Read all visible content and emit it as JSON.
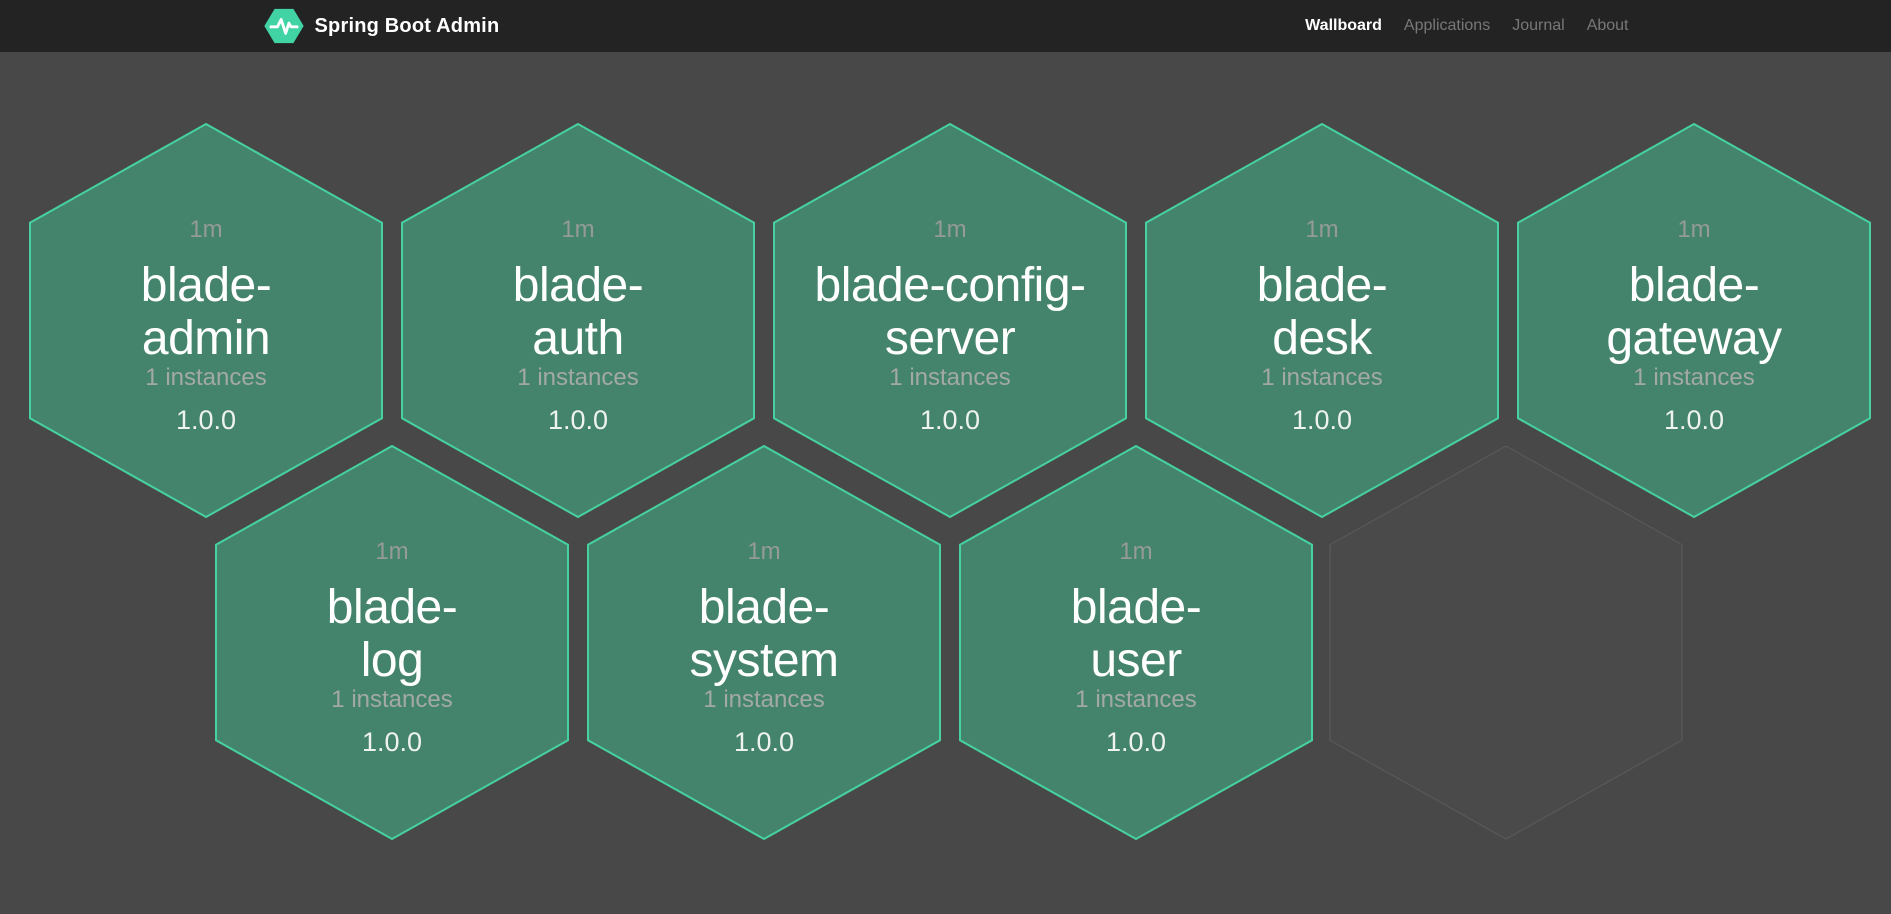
{
  "navbar": {
    "brand": "Spring Boot Admin",
    "items": [
      {
        "label": "Wallboard",
        "active": true
      },
      {
        "label": "Applications",
        "active": false
      },
      {
        "label": "Journal",
        "active": false
      },
      {
        "label": "About",
        "active": false
      }
    ]
  },
  "colors": {
    "brand_green": "#42d3a5",
    "hexagon_fill": "#45846c",
    "hexagon_border": "#46d2a0",
    "navbar_background": "#232323",
    "page_background": "#484848",
    "empty_hexagon_border": "#5c5c5c"
  },
  "applications": [
    {
      "name": "blade-admin",
      "name_lines": [
        "blade-",
        "admin"
      ],
      "uptime": "1m",
      "instances": "1 instances",
      "version": "1.0.0",
      "status": "up"
    },
    {
      "name": "blade-auth",
      "name_lines": [
        "blade-",
        "auth"
      ],
      "uptime": "1m",
      "instances": "1 instances",
      "version": "1.0.0",
      "status": "up"
    },
    {
      "name": "blade-config-server",
      "name_lines": [
        "blade-config-",
        "server"
      ],
      "uptime": "1m",
      "instances": "1 instances",
      "version": "1.0.0",
      "status": "up"
    },
    {
      "name": "blade-desk",
      "name_lines": [
        "blade-",
        "desk"
      ],
      "uptime": "1m",
      "instances": "1 instances",
      "version": "1.0.0",
      "status": "up"
    },
    {
      "name": "blade-gateway",
      "name_lines": [
        "blade-",
        "gateway"
      ],
      "uptime": "1m",
      "instances": "1 instances",
      "version": "1.0.0",
      "status": "up"
    },
    {
      "name": "blade-log",
      "name_lines": [
        "blade-",
        "log"
      ],
      "uptime": "1m",
      "instances": "1 instances",
      "version": "1.0.0",
      "status": "up"
    },
    {
      "name": "blade-system",
      "name_lines": [
        "blade-",
        "system"
      ],
      "uptime": "1m",
      "instances": "1 instances",
      "version": "1.0.0",
      "status": "up"
    },
    {
      "name": "blade-user",
      "name_lines": [
        "blade-",
        "user"
      ],
      "uptime": "1m",
      "instances": "1 instances",
      "version": "1.0.0",
      "status": "up"
    }
  ]
}
